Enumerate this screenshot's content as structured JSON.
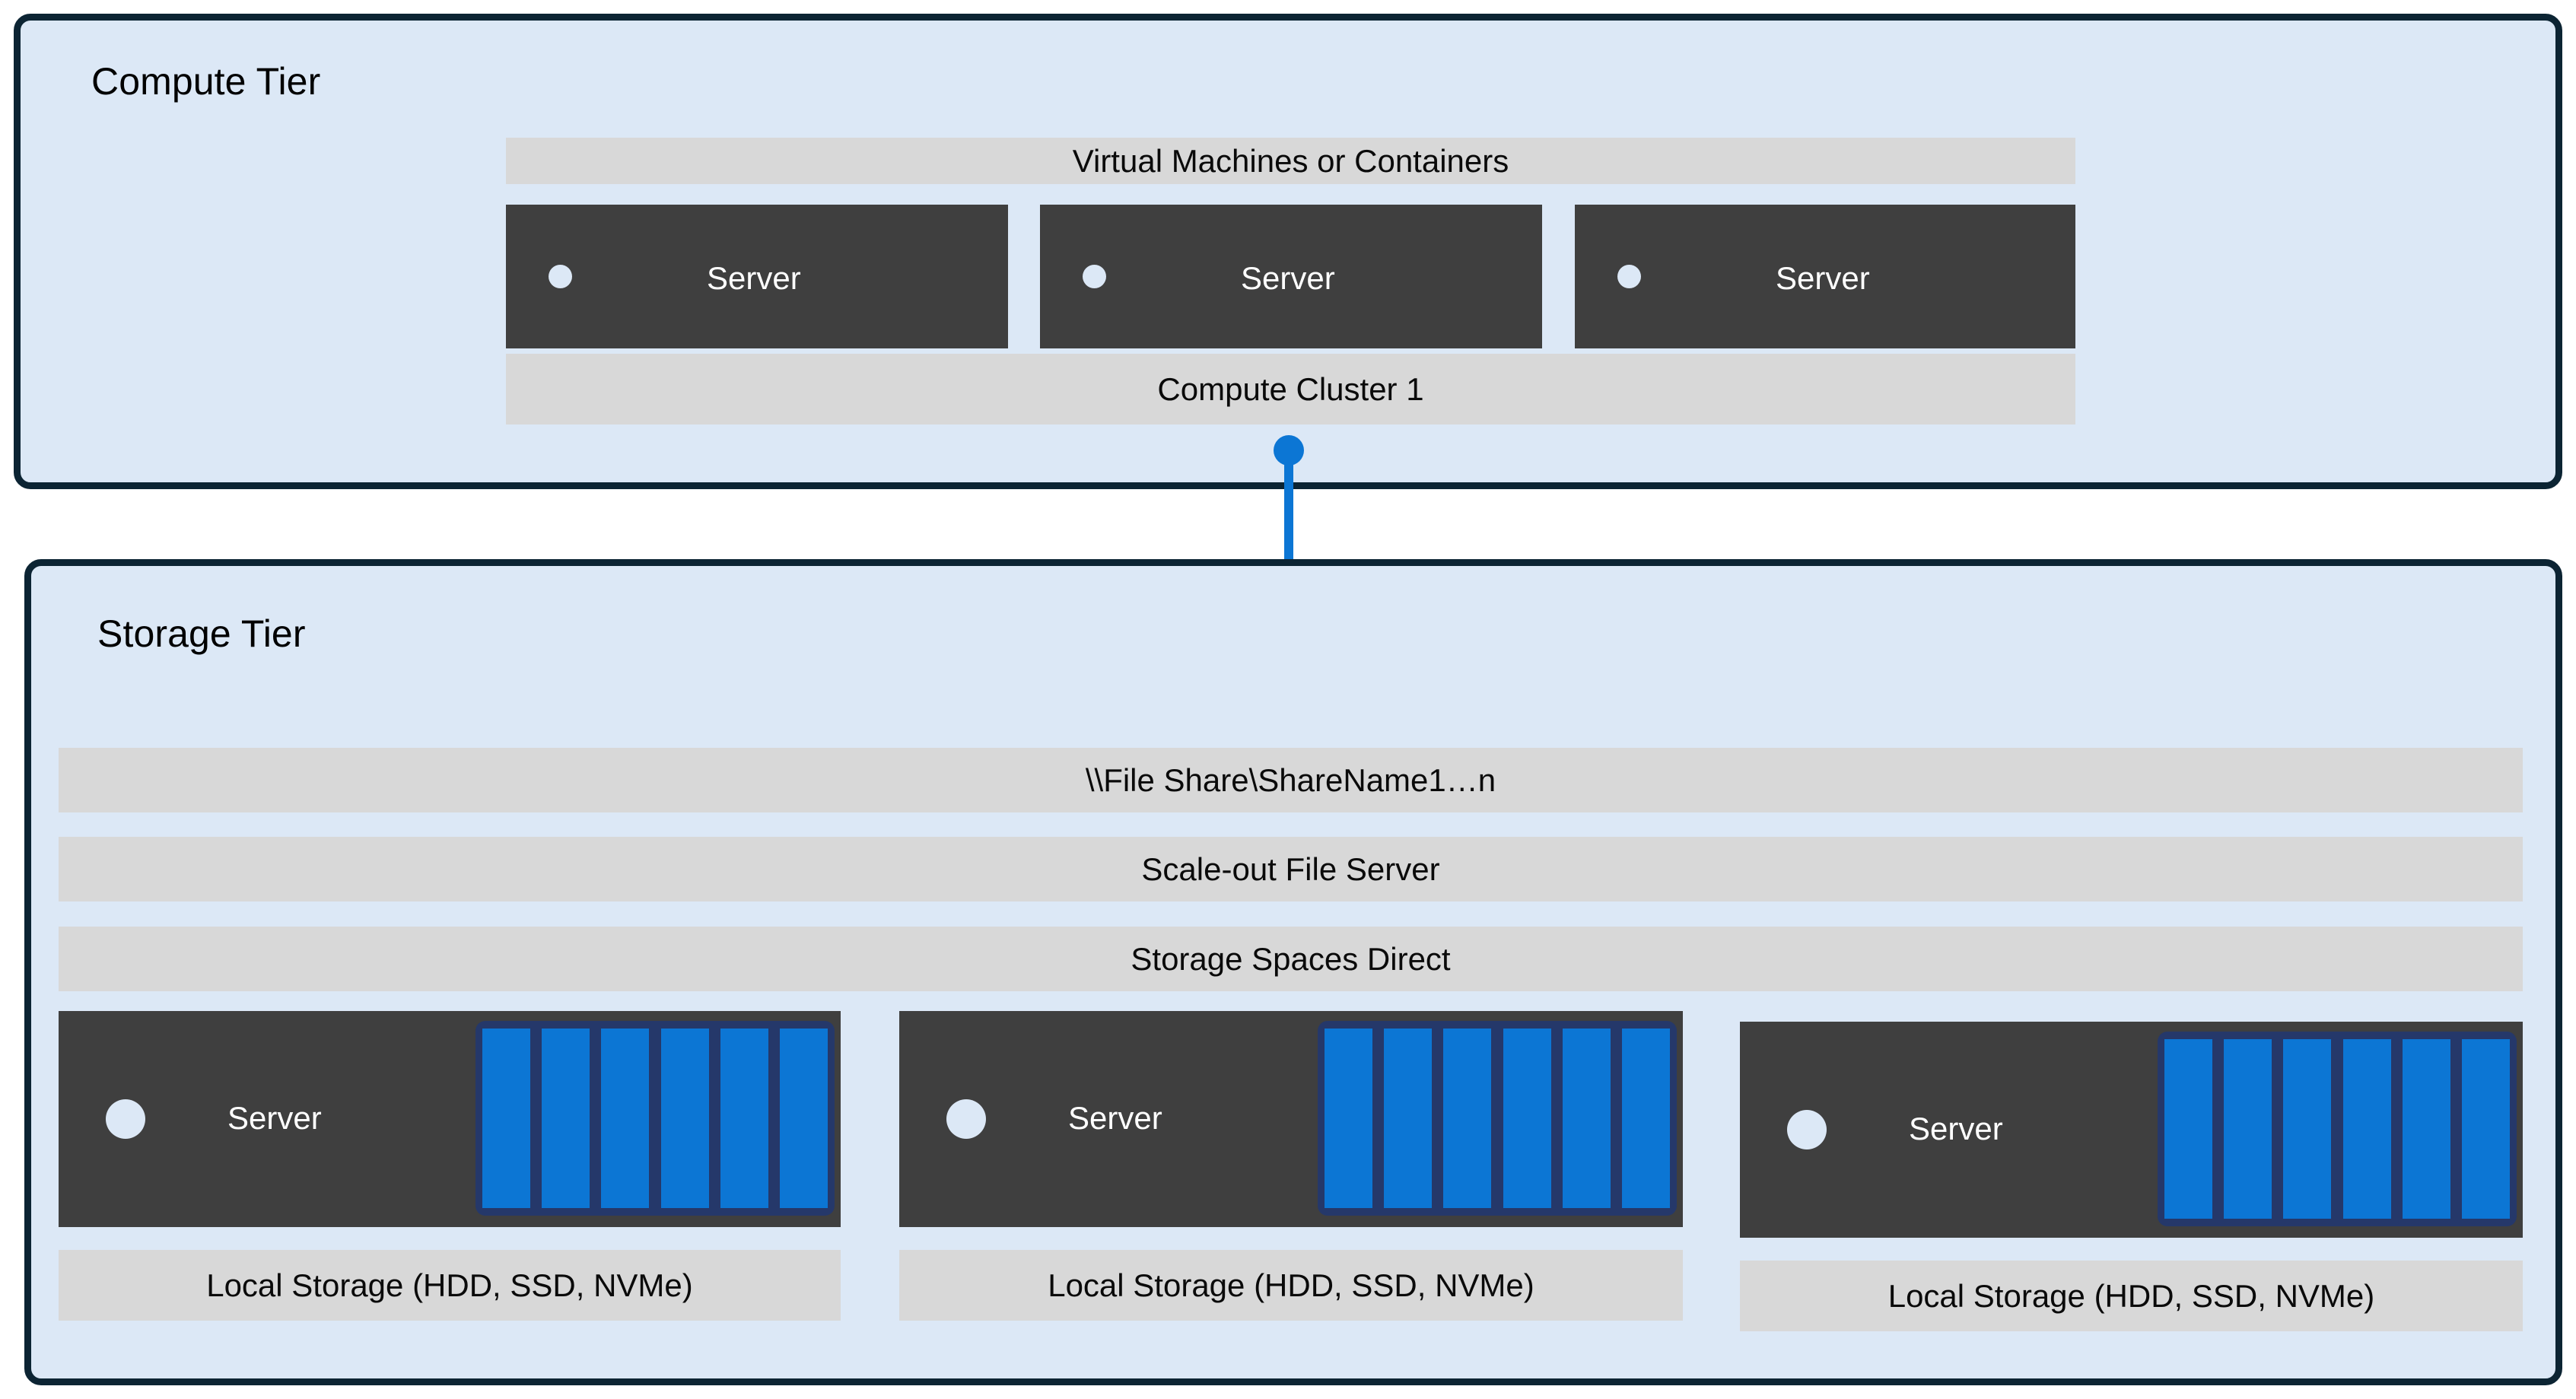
{
  "diagram": {
    "colors": {
      "panel_fill": "#DCE8F6",
      "panel_border": "#0C2433",
      "band_fill": "#D8D8D8",
      "server_fill": "#3F3F3F",
      "accent_blue": "#0C76D4",
      "disk_frame": "#25386A",
      "led_fill": "#DCE8F6",
      "text_dark": "#0A0A0A",
      "text_light": "#FFFFFF"
    }
  },
  "compute_tier": {
    "title": "Compute Tier",
    "top_band_label": "Virtual Machines or Containers",
    "bottom_band_label": "Compute Cluster 1",
    "servers": [
      {
        "label": "Server",
        "led": "status-led"
      },
      {
        "label": "Server",
        "led": "status-led"
      },
      {
        "label": "Server",
        "led": "status-led"
      }
    ]
  },
  "connector": {
    "icon": "folder-icon",
    "endpoint_top": "connector-dot",
    "endpoint_bottom": "connector-dot"
  },
  "storage_tier": {
    "title": "Storage Tier",
    "bands": [
      {
        "label": "\\\\File Share\\ShareName1…n"
      },
      {
        "label": "Scale-out File Server"
      },
      {
        "label": "Storage Spaces Direct"
      }
    ],
    "nodes": [
      {
        "label": "Server",
        "led": "status-led",
        "disk_count": 6,
        "local_storage_label": "Local Storage (HDD, SSD, NVMe)"
      },
      {
        "label": "Server",
        "led": "status-led",
        "disk_count": 6,
        "local_storage_label": "Local Storage (HDD, SSD, NVMe)"
      },
      {
        "label": "Server",
        "led": "status-led",
        "disk_count": 6,
        "local_storage_label": "Local Storage (HDD, SSD, NVMe)"
      }
    ]
  }
}
